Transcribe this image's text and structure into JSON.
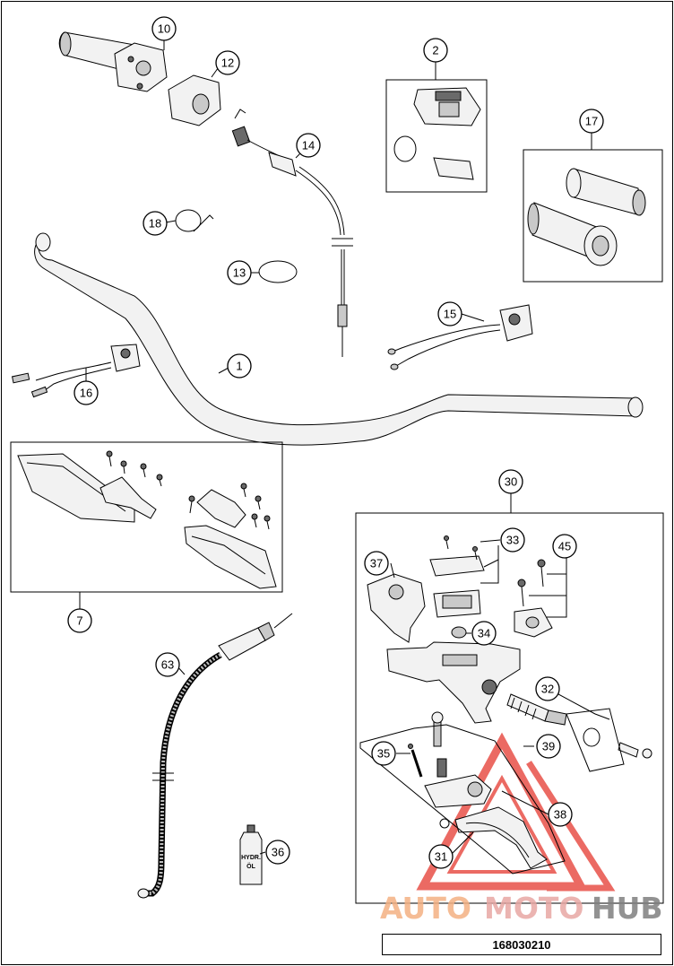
{
  "diagram_id": "168030210",
  "watermark": {
    "part1": "AUTO",
    "part2": "MOTO",
    "part3": "HUB",
    "colors": {
      "auto": "#f4b183",
      "moto": "#e8a7a4",
      "hub": "#7f7f7f",
      "triangle": "#e5392f"
    }
  },
  "bottle_label": {
    "line1": "HYDR.",
    "line2": "ÖL"
  },
  "callouts": {
    "c1": "1",
    "c2": "2",
    "c7": "7",
    "c10": "10",
    "c12": "12",
    "c13": "13",
    "c14": "14",
    "c15": "15",
    "c16": "16",
    "c17": "17",
    "c18": "18",
    "c30": "30",
    "c31": "31",
    "c32": "32",
    "c33": "33",
    "c34": "34",
    "c35": "35",
    "c36": "36",
    "c37": "37",
    "c38": "38",
    "c39": "39",
    "c45": "45",
    "c63": "63"
  }
}
